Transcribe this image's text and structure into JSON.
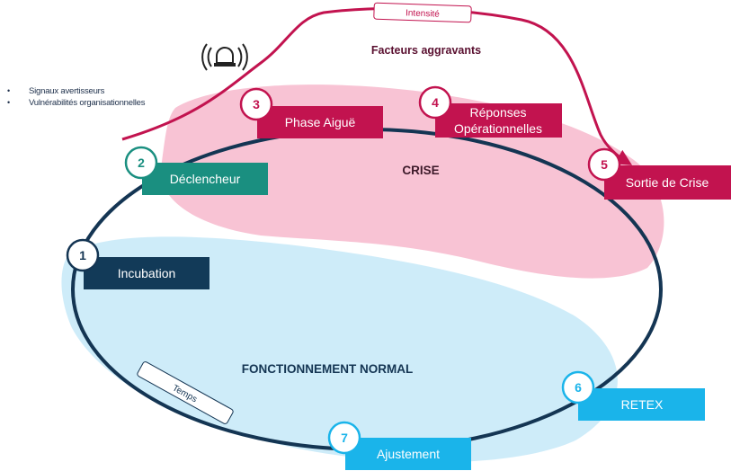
{
  "colors": {
    "cycle_ring": "#143553",
    "crisis_zone": "#f6b8cf",
    "normal_zone": "#bfe6f6",
    "crisis_accent": "#c2134f",
    "trigger_green": "#1a8f80",
    "incubation_navy": "#123a58",
    "recovery_cyan": "#1ab4ea"
  },
  "zones": {
    "crisis": "CRISE",
    "normal": "FONCTIONNEMENT NORMAL"
  },
  "aggravating": {
    "title": "Facteurs aggravants",
    "curve_label": "Intensité",
    "icon": "alarm-icon"
  },
  "time_label": "Temps",
  "notes": [
    "Signaux avertisseurs",
    "Vulnérabilités organisationnelles"
  ],
  "stages": [
    {
      "number": "1",
      "label": "Incubation"
    },
    {
      "number": "2",
      "label": "Déclencheur"
    },
    {
      "number": "3",
      "label": "Phase Aiguë"
    },
    {
      "number": "4",
      "label_line1": "Réponses",
      "label_line2": "Opérationnelles"
    },
    {
      "number": "5",
      "label": "Sortie de Crise"
    },
    {
      "number": "6",
      "label": "RETEX"
    },
    {
      "number": "7",
      "label": "Ajustement"
    }
  ]
}
